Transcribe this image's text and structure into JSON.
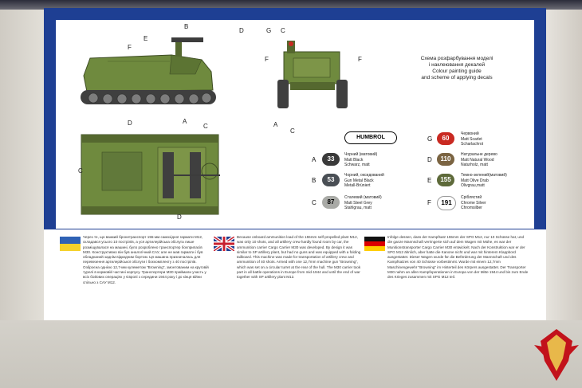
{
  "colour_guide": {
    "line1": "Схема розфарбування моделі",
    "line2": "і наклеювання декалей",
    "line3": "Colour painting guide",
    "line4": "and scheme of applying decals"
  },
  "callouts": {
    "A": "A",
    "B": "B",
    "C": "C",
    "D": "D",
    "E": "E",
    "F": "F",
    "G": "G"
  },
  "brand": "HUMBROL",
  "paints_left": [
    {
      "letter": "A",
      "code": "33",
      "color": "#3a3a3a",
      "l1": "Чорний (матовий)",
      "l2": "Matt Black",
      "l3": "Schwarz, matt"
    },
    {
      "letter": "B",
      "code": "53",
      "color": "#4a4f55",
      "l1": "Чорний, оксидований",
      "l2": "Gun Metal Black",
      "l3": "Metall-Brüniert"
    },
    {
      "letter": "C",
      "code": "87",
      "color": "#a9aaa6",
      "l1": "Сталевий (матовий)",
      "l2": "Matt Steel Grey",
      "l3": "Stahlgrau, matt"
    }
  ],
  "paints_right": [
    {
      "letter": "G",
      "code": "60",
      "color": "#c92a22",
      "l1": "Червоний",
      "l2": "Matt Scarlet",
      "l3": "Scharlachrot"
    },
    {
      "letter": "D",
      "code": "110",
      "color": "#7b6442",
      "l1": "Натуральне дерево",
      "l2": "Matt Natural Wood",
      "l3": "Naturholz, matt"
    },
    {
      "letter": "E",
      "code": "155",
      "color": "#5e6a3a",
      "l1": "Темно-зелений(матовий)",
      "l2": "Matt Olive Drab",
      "l3": "Olivgrau,matt"
    },
    {
      "letter": "F",
      "code": "191",
      "color": "#ffffff",
      "l1": "Сріблястий",
      "l2": "Chrome Silver",
      "l3": "Chromsilber"
    }
  ],
  "descriptions": {
    "ua": "Через те, що важкий бронетранспорт 155-мм самохідної гармати М12, складався усього 10 пострілів, а уся артилерійська обслуга лише розміщувалася на машині, було розроблено транспортер боєприпасів M30. Конструктивно він був аналогічний САУ, але не мав гармати і був обладнаний заднім відкидним бортом. Ця машина призначалась для перевезення артилерійської обслуги і боєкомплекту з 40 пострілів. Озброєна однією 12,7-мм кулеметом \"Browning\", змонтованим на круговій турелі в кормовій частині корпусу. Транспортери М30 приймали участь у всіх бойових операціях у Європі з середини 1944 року і до кінця війни спільно з САУ М12.",
    "en": "Because onboard ammunition load of the 155mm self-propelled plant M12, was only 10 shots, and all artillery crew hardly found room by car, the ammunition carrier Cargo Carrier M30 was developed. By design it was similar to SP artillery plant, but had no guns and was equipped with a folding tailboard. This machine was made for transportation of artillery crew and ammunition of 40 shots. Armed with one 12,7mm machine gun \"Browning\", which was set on a circular turret at the rear of the hull. The M30 carrier took part in all battle operations in Europe from mid-1944 and until the end of war together with SP artillery plant M12.",
    "de": "Infolge dessen, dass der Kampfsatz 155mm der SPG M12, nur 10 Schüsse hat, und die ganze Mannschaft verringerte sich auf dem Wagen mit Mühe, es war der Munitionstransporter Cargo Carrier M30 entwickelt. Nach der Konstruktion war er der SPG M12 ähnlich, aber hatte die Kanone nicht und war mit hinterem Klappbord ausgestattet. Dieser Wagen wurde für die Beförderung der Mannschaft und des Kampfsatzes von 40 Schüsse vorbestimmt. Wurde mit einem 12,7mm Maschinengewehr \"Browning\" im Hinterteil des Körpers ausgestattet. Der Transporter M30 nahm an allen Kampfoperationen in Europa von der Mitte 1944 und bis zum Ende des Krieges zusammen mit SPG M12 teil."
  },
  "colors": {
    "box_blue": "#1e3f93",
    "olive": "#6f8a3e",
    "dark_olive": "#4f6230"
  }
}
